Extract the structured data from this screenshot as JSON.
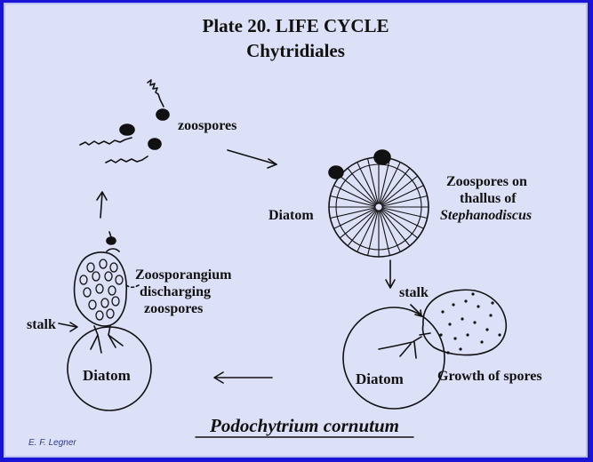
{
  "title": {
    "line1": "Plate 20.  LIFE CYCLE",
    "line2": "Chytridiales"
  },
  "labels": {
    "zoospores": "zoospores",
    "zoospores_on_thallus_1": "Zoospores on",
    "zoospores_on_thallus_2": "thallus of",
    "stephanodiscus": "Stephanodiscus",
    "diatom_top_right": "Diatom",
    "stalk_right": "stalk",
    "diatom_bottom_right": "Diatom",
    "growth_of_spores": "Growth of spores",
    "zoosporangium_1": "Zoosporangium",
    "zoosporangium_2": "discharging",
    "zoosporangium_3": "zoospores",
    "stalk_left": "stalk",
    "diatom_bottom_left": "Diatom"
  },
  "species": "Podochytrium cornutum",
  "credit": "E. F. Legner",
  "colors": {
    "frame": "#1a14d6",
    "panel": "#dde1f8",
    "ink": "#111111"
  }
}
